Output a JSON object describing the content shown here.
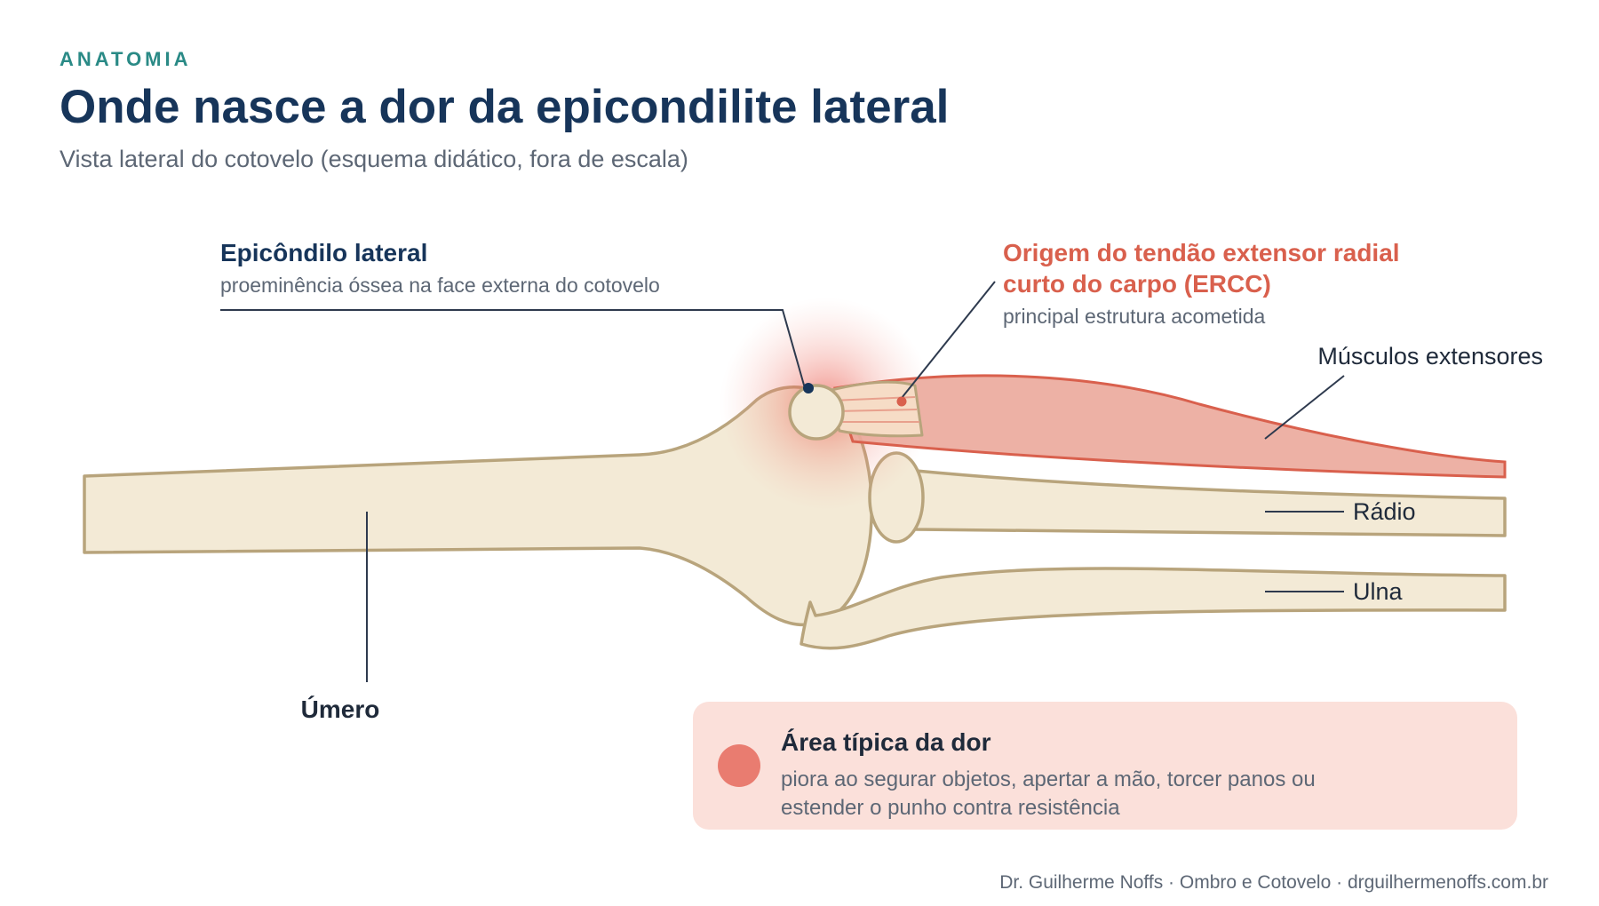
{
  "header": {
    "kicker": "ANATOMIA",
    "title": "Onde nasce a dor da epicondilite lateral",
    "subtitle": "Vista lateral do cotovelo (esquema didático, fora de escala)"
  },
  "labels": {
    "epicondyle_title": "Epicôndilo lateral",
    "epicondyle_desc": "proeminência óssea na face externa do cotovelo",
    "ercc_title_1": "Origem do tendão extensor radial",
    "ercc_title_2": "curto do carpo (ERCC)",
    "ercc_desc": "principal estrutura acometida",
    "muscles": "Músculos extensores",
    "radius": "Rádio",
    "ulna": "Ulna",
    "humerus": "Úmero"
  },
  "pain_box": {
    "title": "Área típica da dor",
    "desc": "piora ao segurar objetos, apertar a mão, torcer panos ou estender o punho contra resistência"
  },
  "footer": "Dr. Guilherme Noffs · Ombro e Cotovelo · drguilhermenoffs.com.br",
  "colors": {
    "bone_fill": "#f3ead6",
    "bone_stroke": "#b8a47c",
    "muscle_fill": "#eba99b",
    "muscle_stroke": "#d9604d",
    "accent_red": "#d9604d",
    "navy": "#17355a",
    "teal": "#2a8a86",
    "pain_bg": "#fbe0da",
    "pain_dot": "#e97c70"
  }
}
